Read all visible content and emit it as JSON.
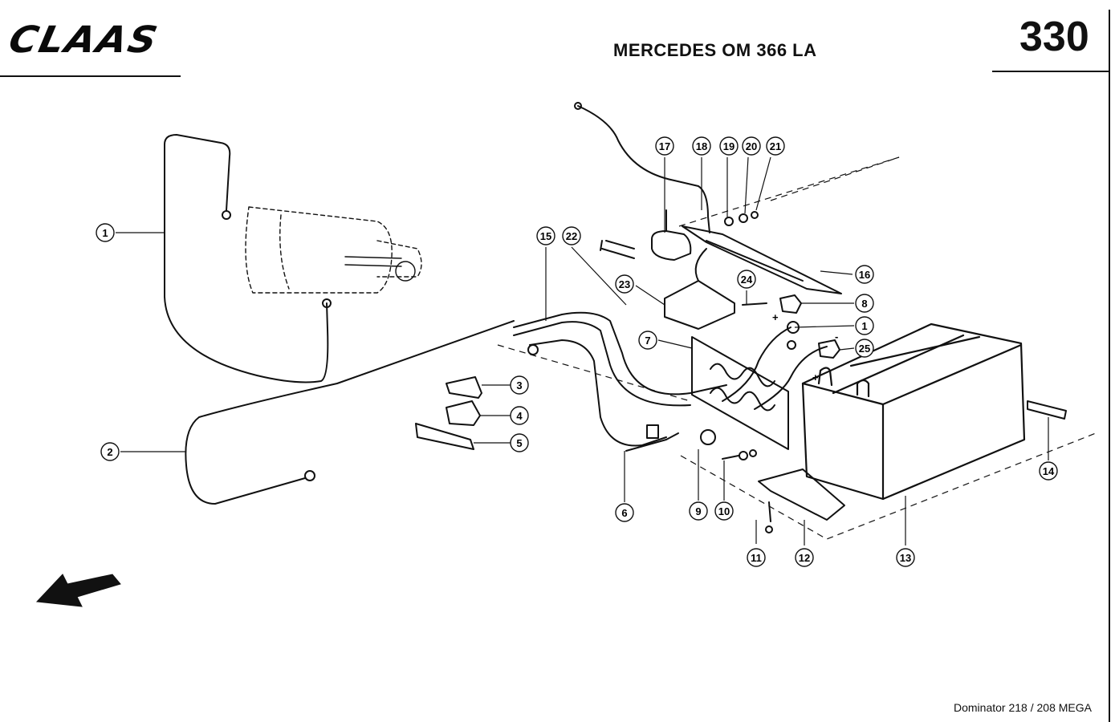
{
  "header": {
    "brand": "CLAAS",
    "title": "MERCEDES OM 366 LA",
    "page_number": "330"
  },
  "footer": {
    "model": "Dominator 218 / 208 MEGA"
  },
  "battery_terminals": {
    "plus": "+",
    "minus": "-"
  },
  "callouts": {
    "c1": "1",
    "c1b": "1",
    "c2": "2",
    "c3": "3",
    "c4": "4",
    "c5": "5",
    "c6": "6",
    "c7": "7",
    "c8": "8",
    "c9": "9",
    "c10": "10",
    "c11": "11",
    "c12": "12",
    "c13": "13",
    "c14": "14",
    "c15": "15",
    "c16": "16",
    "c17": "17",
    "c18": "18",
    "c19": "19",
    "c20": "20",
    "c21": "21",
    "c22": "22",
    "c23": "23",
    "c24": "24",
    "c25": "25"
  },
  "icons": {
    "direction_arrow": "arrow-down-left-icon"
  }
}
